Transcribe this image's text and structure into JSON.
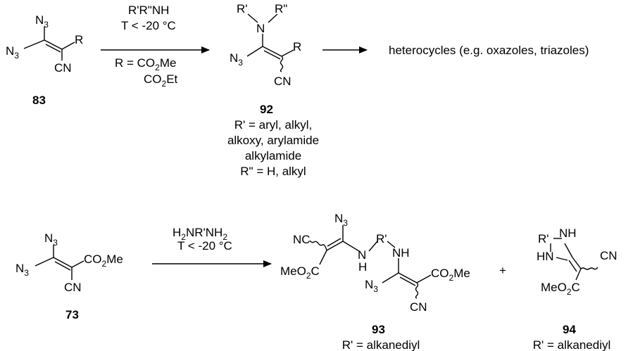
{
  "reaction1": {
    "reagent_line1": "R'R\"NH",
    "reagent_line2": "T < -20 °C",
    "reagent_line3_pre": "R = CO",
    "reagent_line3_sub": "2",
    "reagent_line3_post": "Me",
    "reagent_line4_pre": "CO",
    "reagent_line4_sub": "2",
    "reagent_line4_post": "Et",
    "product_text": "heterocycles (e.g. oxazoles, triazoles)"
  },
  "compound83": {
    "label": "83",
    "n3_a": "N",
    "n3_a_sub": "3",
    "n3_b": "N",
    "n3_b_sub": "3",
    "r": "R",
    "cn": "CN"
  },
  "compound92": {
    "label": "92",
    "r1": "R'",
    "n": "N",
    "r2": "R\"",
    "n3": "N",
    "n3_sub": "3",
    "r": "R",
    "cn": "CN",
    "note1": "R' = aryl, alkyl,",
    "note2": "alkoxy, arylamide",
    "note3": "alkylamide",
    "note4": "R\" = H, alkyl"
  },
  "reaction2": {
    "reagent_a": "H",
    "reagent_a_sub1": "2",
    "reagent_a_mid": "NR'NH",
    "reagent_a_sub2": "2",
    "reagent_b": "T < -20 °C",
    "plus": "+"
  },
  "compound73": {
    "label": "73",
    "n3_a": "N",
    "n3_a_sub": "3",
    "n3_b": "N",
    "n3_b_sub": "3",
    "ester_pre": "CO",
    "ester_sub": "2",
    "ester_post": "Me",
    "cn": "CN"
  },
  "compound93": {
    "label": "93",
    "n3_top": "N",
    "n3_top_sub": "3",
    "nc": "NC",
    "nh_left": "N",
    "h_left": "H",
    "r": "R'",
    "nh_right": "NH",
    "meo2c_pre": "MeO",
    "meo2c_sub": "2",
    "meo2c_post": "C",
    "n3_bottom": "N",
    "n3_bottom_sub": "3",
    "ester_pre": "CO",
    "ester_sub": "2",
    "ester_post": "Me",
    "cn": "CN",
    "note": "R' = alkanediyl"
  },
  "compound94": {
    "label": "94",
    "r": "R'",
    "nh_top": "NH",
    "hn": "HN",
    "cn": "CN",
    "meo2c_pre": "MeO",
    "meo2c_sub": "2",
    "meo2c_post": "C",
    "note": "R' = alkanediyl"
  }
}
